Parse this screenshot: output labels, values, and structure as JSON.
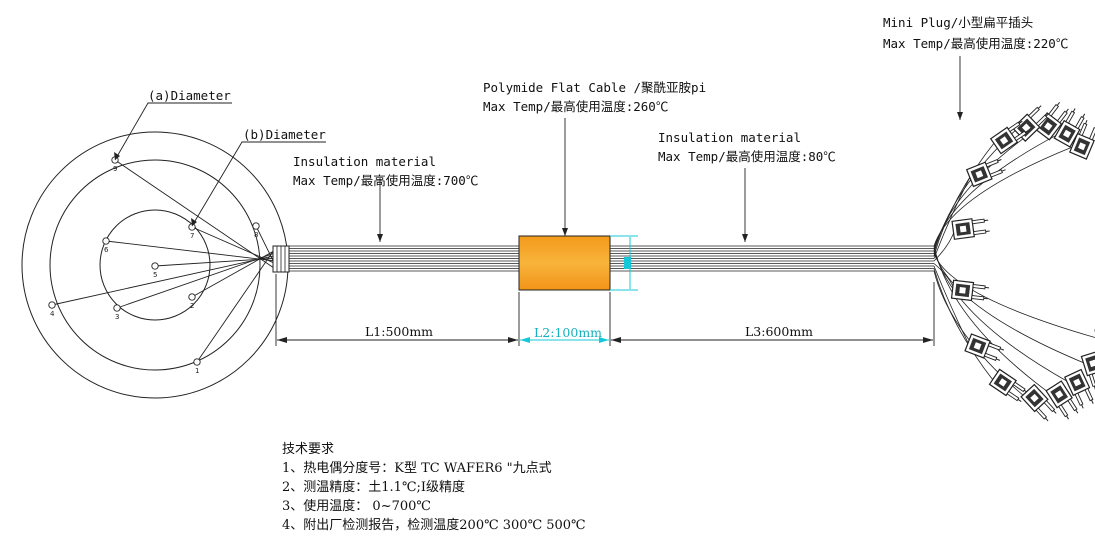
{
  "labels": {
    "diameter_a": "(a)Diameter",
    "diameter_b": "(b)Diameter",
    "insulation_left_title": "Insulation material",
    "insulation_left_temp": "Max Temp/最高使用温度:700℃",
    "flat_cable_title": "Polymide Flat Cable /聚酰亚胺pi",
    "flat_cable_temp": "Max Temp/最高使用温度:260℃",
    "insulation_right_title": "Insulation material",
    "insulation_right_temp": "Max Temp/最高使用温度:80℃",
    "plug_title": "Mini Plug/小型扁平插头",
    "plug_temp": "Max Temp/最高使用温度:220℃"
  },
  "dimensions": {
    "l1": "L1:500mm",
    "l2": "L2:100mm",
    "l3": "L3:600mm"
  },
  "wafer_points": [
    "1",
    "2",
    "3",
    "4",
    "5",
    "6",
    "7",
    "8",
    "9"
  ],
  "notes": {
    "heading": "技术要求",
    "items": [
      "1、热电偶分度号：K型 TC WAFER6 \"九点式",
      "2、测温精度：土1.1℃;I级精度",
      "3、使用温度： 0~700℃",
      "4、附出厂检测报告，检测温度200℃ 300℃ 500℃"
    ]
  },
  "colors": {
    "line": "#222222",
    "flat_cable_fill": "#f29a1c",
    "flat_cable_fill_light": "#f7b13a",
    "dim_cyan": "#14c8d8"
  }
}
